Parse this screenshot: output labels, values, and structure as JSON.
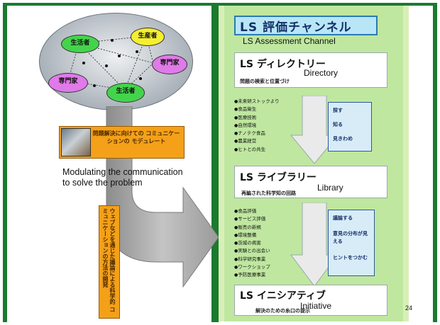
{
  "diagram": {
    "nodes": [
      {
        "id": "n1",
        "label": "生活者",
        "color": "#44d44c"
      },
      {
        "id": "n2",
        "label": "生産者",
        "color": "#f4ef30"
      },
      {
        "id": "n3",
        "label": "専門家",
        "color": "#e07ae8"
      },
      {
        "id": "n4",
        "label": "専門家",
        "color": "#e07ae8"
      },
      {
        "id": "n5",
        "label": "生活者",
        "color": "#44d44c"
      }
    ],
    "orange_box_text": "問題解決に向けての コミュニケーションの モデュレート",
    "caption": "Modulating the communication to solve the problem",
    "vertical_text": "ウェブなどを通じた議論による科学的 コミュニケーションの方法の開発"
  },
  "channel": {
    "title_jp": "LS 評価チャンネル",
    "title_en": "LS Assessment Channel",
    "directory": {
      "jp": "LS ディレクトリー",
      "en": "Directory",
      "sub": "問題の検索と位置づけ"
    },
    "directory_bullets": [
      "未来研ストックより",
      "食品衛生",
      "医療技術",
      "自然環境",
      "ナノテク食品",
      "農業経営",
      "ヒトとの共生"
    ],
    "directory_side": [
      "探す",
      "知る",
      "見きわめ"
    ],
    "library": {
      "jp": "LS ライブラリー",
      "en": "Library",
      "sub": "再編された科学知の回路"
    },
    "library_bullets": [
      "食品評価",
      "サービス評価",
      "販売の新規",
      "環境整備",
      "茨城の病害",
      "実験との出会い",
      "科学研究事業",
      "ワークショップ",
      "予防医療事業"
    ],
    "library_side": [
      "議論する",
      "意見の分布が見える",
      "ヒントをつかむ"
    ],
    "initiative": {
      "jp": "LS イニシアティブ",
      "en": "Initiative",
      "sub": "解決のための糸口の提示"
    }
  },
  "page_number": "24",
  "colors": {
    "frame_green": "#1a7a2e",
    "panel_green": "#d9efb8",
    "orange": "#f4a018",
    "arrow_gray": "#a8a8a8"
  }
}
